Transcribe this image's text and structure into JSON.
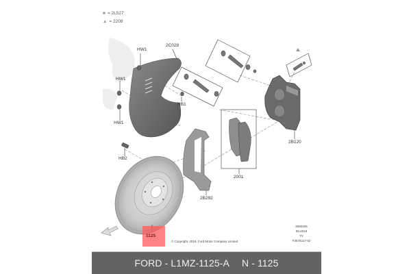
{
  "legend": {
    "items": [
      {
        "symbol": "■",
        "icon": "square-icon",
        "text": "= 2L527"
      },
      {
        "symbol": "▲",
        "icon": "triangle-icon",
        "text": "= 2208"
      }
    ]
  },
  "callouts": {
    "hw1_top": "HW1",
    "hw1_mid": "HW1",
    "hw1_bottom": "HW1",
    "shield": "2C028",
    "hb1": "HB1",
    "hb2": "HB2",
    "caliper": "2B120",
    "pads": "2001",
    "bracket": "2B292",
    "rotor": "1125"
  },
  "highlight": {
    "part": "1125",
    "color": "#ff5a5a"
  },
  "copyright": "© Copyright, 2019, Ford Motor Company Limited",
  "meta": {
    "line1": "2080305",
    "line2": "05-2019",
    "line3": "TV",
    "line4": "F3576217-02"
  },
  "footer": {
    "part_number": "FORD - L1MZ-1125-A",
    "ref_number": "N - 1125",
    "background": "#636363"
  }
}
